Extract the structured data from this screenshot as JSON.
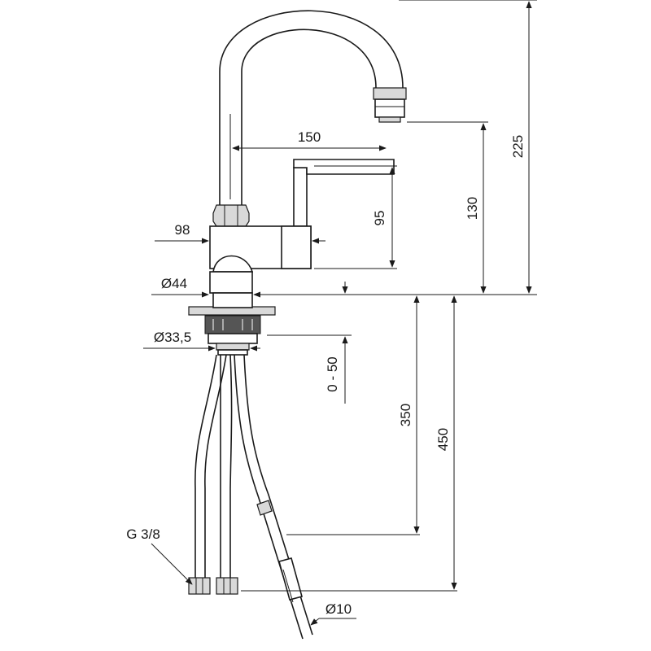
{
  "dimensions": {
    "spout_reach": "150",
    "total_height": "225",
    "spout_height": "130",
    "lever_height": "95",
    "body_width": "98",
    "base_diameter": "Ø44",
    "shank_diameter": "Ø33,5",
    "deck_thickness": "0 - 50",
    "hose_length_350": "350",
    "hose_length_450": "450",
    "connection_thread": "G 3/8",
    "hose_diameter": "Ø10"
  },
  "colors": {
    "line": "#1a1a1a",
    "fill_light": "#d9d9d9",
    "fill_dark": "#555555",
    "background": "#ffffff"
  }
}
